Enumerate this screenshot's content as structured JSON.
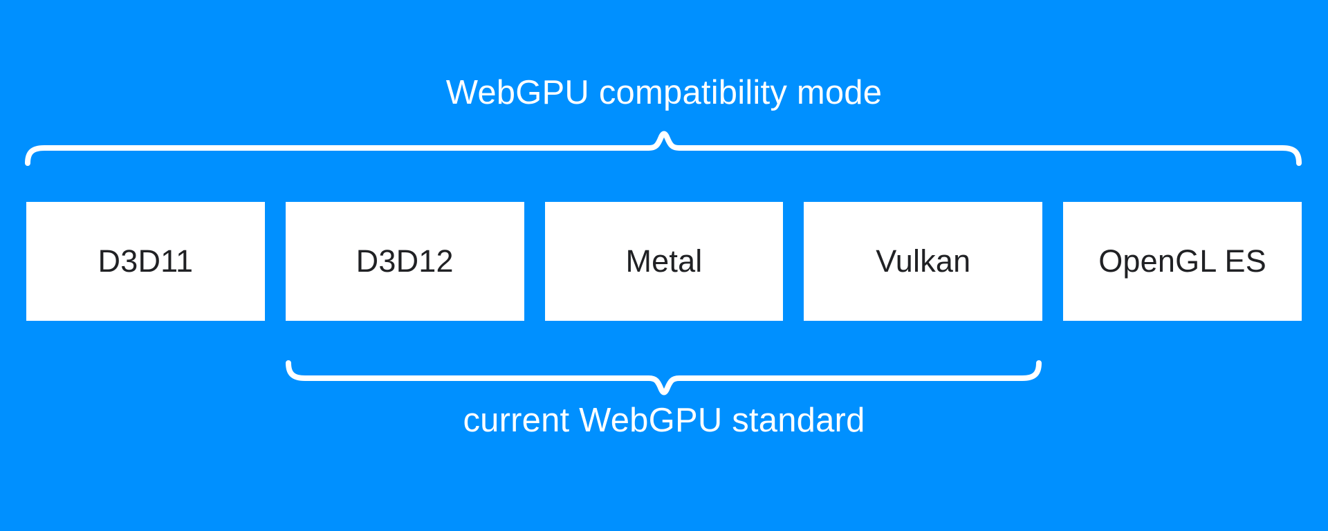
{
  "labels": {
    "top": "WebGPU compatibility mode",
    "bottom": "current WebGPU standard"
  },
  "boxes": [
    {
      "label": "D3D11"
    },
    {
      "label": "D3D12"
    },
    {
      "label": "Metal"
    },
    {
      "label": "Vulkan"
    },
    {
      "label": "OpenGL ES"
    }
  ],
  "colors": {
    "background": "#0090FF",
    "box_fill": "#FFFFFF",
    "box_text": "#202124",
    "accent_text": "#FFFFFF",
    "brace": "#FFFFFF"
  }
}
